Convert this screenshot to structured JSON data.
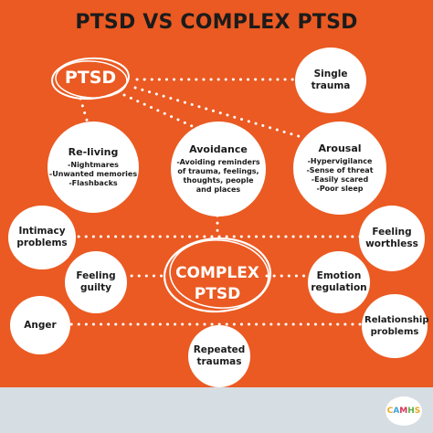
{
  "title": "PTSD VS COMPLEX PTSD",
  "ptsd_label": "PTSD",
  "complex_ptsd_label": {
    "line1": "COMPLEX",
    "line2": "PTSD"
  },
  "nodes": {
    "single_trauma": "Single trauma",
    "reliving": {
      "heading": "Re-living",
      "items": [
        "-Nightmares",
        "-Unwanted memories",
        "-Flashbacks"
      ]
    },
    "avoidance": {
      "heading": "Avoidance",
      "items": [
        "-Avoiding reminders",
        "of trauma, feelings,",
        "thoughts, people",
        "and places"
      ]
    },
    "arousal": {
      "heading": "Arousal",
      "items": [
        "-Hypervigilance",
        "-Sense of threat",
        "-Easily scared",
        "-Poor sleep"
      ]
    },
    "intimacy_problems": "Intimacy problems",
    "feeling_worthless": "Feeling worthless",
    "feeling_guilty": "Feeling guilty",
    "emotion_regulation": "Emotion regulation",
    "anger": "Anger",
    "relationship_problems": "Relationship problems",
    "repeated_traumas": "Repeated traumas"
  },
  "logo_text": [
    "C",
    "A",
    "M",
    "H",
    "S"
  ],
  "colors": {
    "background": "#ea5a22",
    "footer": "#d6dde3",
    "node_fill": "#ffffff",
    "text_dark": "#1b1b1b",
    "logo_letters": [
      "#e8a81e",
      "#3fa7d6",
      "#d6325a",
      "#5bb04b",
      "#e8a81e"
    ]
  }
}
